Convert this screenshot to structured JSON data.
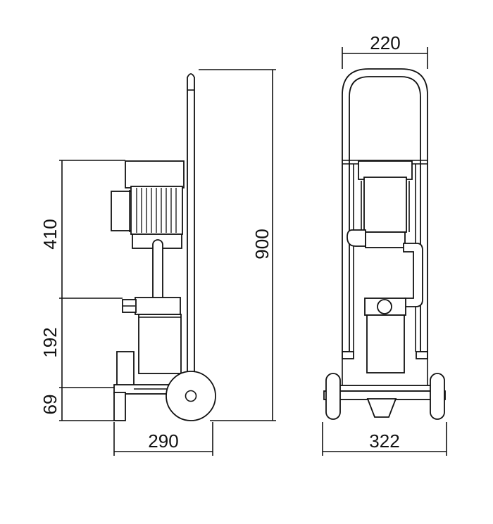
{
  "dimensions": {
    "side_height_motor": "410",
    "side_height_filter": "192",
    "side_height_base": "69",
    "side_total_height": "900",
    "side_width": "290",
    "front_top_width": "220",
    "front_base_width": "322"
  },
  "colors": {
    "line": "#111111",
    "background": "#ffffff"
  }
}
